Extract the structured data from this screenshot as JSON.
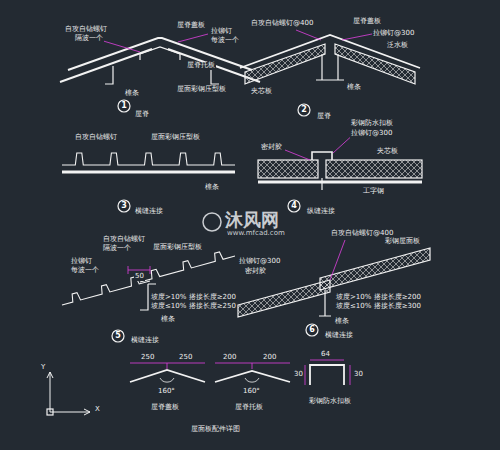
{
  "diagram": {
    "caption": "屋面板配件详图",
    "nodes": [
      {
        "text": [
          "1"
        ]
      },
      {
        "text": [
          "2"
        ]
      },
      {
        "text": [
          "3"
        ]
      },
      {
        "text": [
          "4"
        ]
      },
      {
        "text": [
          "5"
        ]
      },
      {
        "text": [
          "6"
        ]
      }
    ],
    "labels": [
      "自攻自钻螺钉",
      "隔波一个",
      "屋脊盖板",
      "拉铆钉",
      "每波一个",
      "屋脊托板",
      "屋面彩钢压型板",
      "檩条",
      "屋脊",
      "自攻自钻螺钉@400",
      "屋脊盖板",
      "拉铆钉@300",
      "泛水板",
      "夹芯板",
      "檩条",
      "屋脊",
      "自攻自钻螺钉",
      "屋面彩钢压型板",
      "檩条",
      "横缝连接",
      "彩钢防水扣板",
      "拉铆钉@300",
      "密封胶",
      "夹芯板",
      "工字钢",
      "纵缝连接",
      "自攻自钻螺钉",
      "隔波一个",
      "屋面彩钢压型板",
      "拉铆钉",
      "每波一个",
      "50",
      "坡度>10% 搭接长度≥200",
      "坡度≤10% 搭接长度≥250",
      "檩条",
      "横缝连接",
      "拉铆钉@300",
      "密封胶",
      "自攻自钻螺钉@400",
      "彩钢屋面板",
      "坡度>10% 搭接长度≥200",
      "坡度≤10% 搭接长度≥300",
      "檩条",
      "横缝连接",
      "250",
      "250",
      "160°",
      "屋脊盖板",
      "200",
      "200",
      "160°",
      "屋脊托板",
      "64",
      "30",
      "30",
      "彩钢防水扣板",
      "沐风网",
      "www.mfcad.com",
      "Y",
      "X"
    ]
  }
}
